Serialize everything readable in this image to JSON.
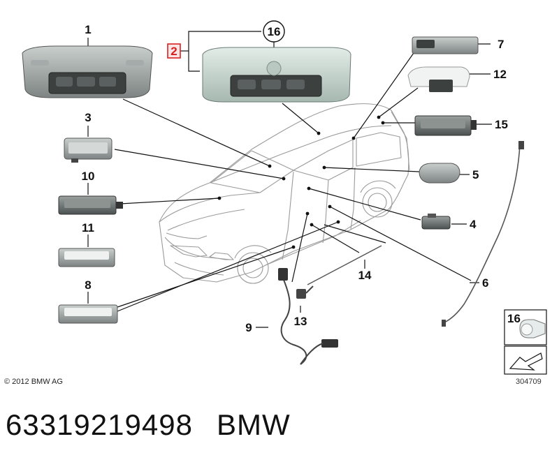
{
  "diagram": {
    "callouts": {
      "p1": "1",
      "p2": "2",
      "p16": "16",
      "p3": "3",
      "p10": "10",
      "p11": "11",
      "p8": "8",
      "p7": "7",
      "p12": "12",
      "p15": "15",
      "p5": "5",
      "p4": "4",
      "p6": "6",
      "p9": "9",
      "p13": "13",
      "p14": "14",
      "inset16": "16"
    },
    "copyright": "© 2012 BMW AG",
    "figure_number": "304709"
  },
  "caption": {
    "part_number": "63319219498",
    "brand": "BMW"
  },
  "colors": {
    "line": "#111111",
    "part_fill": "#8a9090",
    "glass_fill": "#c5d3cd",
    "car_outline": "#9a9a9a",
    "highlight_box": "#d62020"
  }
}
